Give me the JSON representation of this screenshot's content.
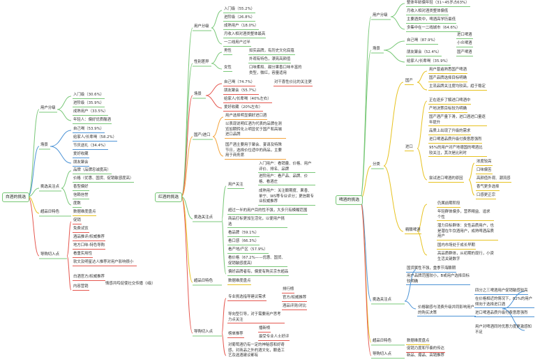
{
  "maps": [
    {
      "root": "白酒的挑选",
      "branches": [
        {
          "label": "用户分级",
          "items": [
            "入门级（30.6%）",
            "进阶级（35.9%）",
            "成熟用户（33.5%）",
            "年轻人：偏好优质酸酒"
          ]
        },
        {
          "label": "场景",
          "items": [
            "自己喝（53.9%）",
            "给家人/长辈喝（58.2%）",
            "节庆送礼（34.4%）",
            "爱好收藏",
            "朋友聚会"
          ]
        },
        {
          "label": "挑选关注点",
          "items": [
            "品牌（品牌忠诚度高）",
            "价格（优惠、国货、促销敏感度高）",
            "香型偏好",
            "信赖信誉",
            "度数"
          ]
        },
        {
          "label": "超品日特色",
          "items": [
            "数据维度盘点"
          ]
        },
        {
          "label": "导购切入点",
          "items": [
            "促销",
            "免费试饮",
            "酒品推评/权威推荐",
            "地方口味-特色导购",
            "看重实用性",
            "软文及明星达人推荐对用户影响很小",
            "白酒官方/权威推荐",
            "内容营销",
            "情感共鸣促使社交传播（Ⅰ级）"
          ]
        }
      ]
    },
    {
      "root": "红酒的挑选",
      "branches": [
        {
          "label": "用户分级",
          "items": [
            "入门级（55.2%）",
            "进阶级（26.8%）",
            "成熟用户（18.0%）",
            "月收入相对酒类整体最高",
            "一二线用户过半"
          ]
        },
        {
          "label": "性别差异",
          "items": [
            "男性",
            "如实品牌，有历史文化底蕴",
            "女性",
            "外观有特色，漂亮高颜值",
            "口味柔和、甜分果香口味丰富的类型，微红，容量适用"
          ]
        },
        {
          "label": "场景",
          "items": [
            "自己喝（74.7%）",
            "对干喜性价比的关注更",
            "朋友聚会（55.7%）",
            "给家人/长辈喝（40%左右）",
            "爱好收藏（20%左右）"
          ]
        },
        {
          "label": "国产/进口",
          "items": [
            "用户选择明显偏好进口酒",
            "以表现说明红酒为代表的品牌在测览加期转化上明显优于国产和高端进口品牌",
            "国产酒主要用于聚会、宴请及特殊节日，选择价位适中的商品，主要用于商务席"
          ]
        },
        {
          "label": "挑选关注点",
          "items": [
            "用户关注",
            "入门用户：看销量、价格、用户评价、排名、品牌",
            "进阶用户：看产品、品牌、价格、看酒庄",
            "成熟用户：关注酿期度、果香、单宁、WS等专业评分；更信赖专业权威推荐",
            "超过一半的用户目的性不强，大多只有模糊范围",
            "商品打标更加生活化，以便用户挑选",
            "看品牌（59.1%）",
            "看口感（66.3%）",
            "看产地/产区（57.9%）",
            "看价格（67.2%——优惠、国货、促销敏感度高）",
            "偏好品牌者有，偏爱有购买京东超品"
          ]
        },
        {
          "label": "超品日特色",
          "items": [
            "数据维度盘点"
          ]
        },
        {
          "label": "导购切入点",
          "items": [
            "专业挑选指导建议需求",
            "排行榜",
            "官方/权威推荐",
            "酒品评测/对比",
            "导向型引导，对于需要用户思考力点关注",
            "榜单推荐",
            "播新榜",
            "最受专业人士好评",
            "对葡萄酒仍有一定的神秘感和好奇感，对商品之外的酒文化，酿造工艺及选酒建议都有"
          ]
        }
      ]
    },
    {
      "root": "啤酒的挑选",
      "branches": [
        {
          "label": "用户分级",
          "items": [
            "整体年龄偏年轻（31~45岁占63%）",
            "月收入相对酒类整体偏低",
            "主要酒类中，啤酒高学历最低",
            "多集中在一二线城市（64.6%）"
          ]
        },
        {
          "label": "场景",
          "items": [
            "自己喝（87.9%）",
            "进口啤酒",
            "小众啤酒",
            "朋友聚会（52.4%）",
            "国产啤酒",
            "给家人/长辈喝（35.9%）"
          ]
        },
        {
          "label": "分类",
          "items": [
            "国产",
            "用户普遍熟悉国产啤酒",
            "国产品牌选择目标明确",
            "主流品牌关注度均较高，趋于稳定",
            "进口",
            "正在逐步了解进口啤酒中",
            "产地决策目标较为明确",
            "国产酒产量下滑，进口酒进口量逐年提升",
            "品质上出现了升级的需求",
            "进口啤酒品质升级付费意愿强烈",
            "95%的用户对产地德国的啤酒比较关注，其次是比利时",
            "尝试进口啤酒的原因",
            "浓度较高",
            "口味偏苦",
            "高颜值外观、潮流感",
            "香气更多选择",
            "口感更正宗",
            "精酿啤酒",
            "仍属前期阶段",
            "年轻群体偏多，营养精益、追求个性",
            "潜力目标群体：女性品质用户，也是潜在牛饮酒用户，成熟啤酒品质用户",
            "国内市场处于成长早期",
            "高品质群体，从初期的现行，小资生活关键数字"
          ]
        },
        {
          "label": "挑选关注点",
          "items": [
            "国货属性不强，重季节海酿期",
            "用户品牌范围较小，B或用户选择目标较明确",
            "四分之三啤酒用户促销敏感较高",
            "价格敏感与消费升级并同影响用户的购买决策",
            "在价格相近的情况下，82%的用户倾向于选择进口酒",
            "进口啤酒品质升级付费意愿强烈",
            "用户对啤酒同时优惠力度更激感知不足"
          ]
        },
        {
          "label": "超品日特色",
          "items": [
            "数据维度盘点"
          ]
        },
        {
          "label": "导购切入点",
          "items": [
            "促销力度和节奏的传达",
            "新品、爆品、高销推荐"
          ]
        }
      ]
    }
  ],
  "colors": {
    "green": "#79c878",
    "orange": "#f4a53f",
    "blue": "#4c93d6",
    "red": "#e5574f",
    "yellow": "#e7c21f",
    "pink": "#ef8fb0"
  }
}
